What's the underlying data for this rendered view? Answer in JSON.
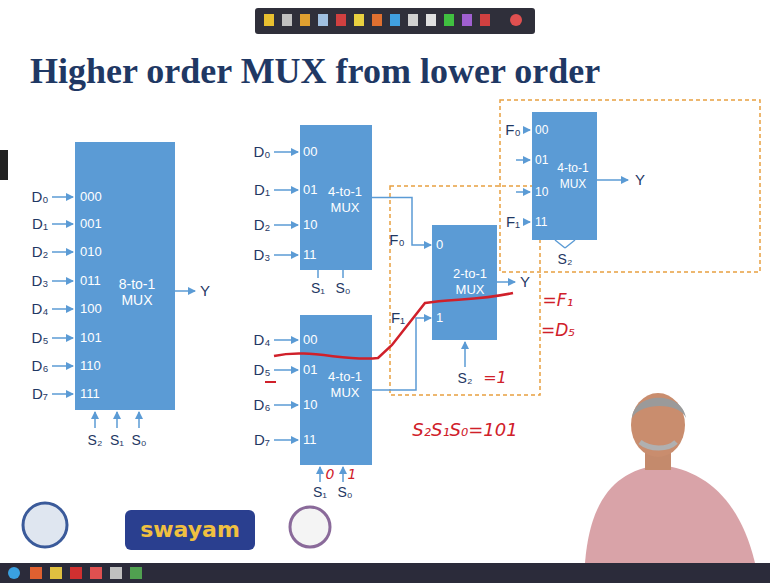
{
  "diagram": {
    "title": "Higher order MUX from lower order",
    "nodes": [
      {
        "text": [
          "000",
          "001",
          "010",
          "011",
          "100",
          "101",
          "110",
          "111",
          "8-to-1 MUX"
        ]
      },
      {
        "text": [
          "00",
          "01",
          "10",
          "11",
          "4-to-1 MUX"
        ]
      },
      {
        "text": [
          "00",
          "01",
          "10",
          "11",
          "4-to-1 MUX"
        ]
      },
      {
        "text": [
          "0",
          "1",
          "2-to-1 MUX"
        ]
      },
      {
        "text": [
          "00",
          "01",
          "10",
          "11",
          "4-to-1 MUX"
        ]
      }
    ],
    "edges": [
      {
        "from": 1,
        "to": 3,
        "arrow": "to"
      },
      {
        "from": 2,
        "to": 3,
        "arrow": "to"
      }
    ],
    "labels": [
      "D₀",
      "D₁",
      "D₂",
      "D₃",
      "D₄",
      "D₅",
      "D₆",
      "D₇",
      "Y",
      "S₂",
      "S₁",
      "S₀",
      "D₀",
      "D₁",
      "D₂",
      "D₃",
      "S₁",
      "S₀",
      "D₄",
      "D₅",
      "D₆",
      "D₇",
      "S₁",
      "S₀",
      "F₀",
      "F₁",
      "S₂",
      "Y",
      "F₀",
      "F₁",
      "S₂",
      "Y",
      "=F₁",
      "=D₅",
      "S₂S₁S₀=101",
      "0",
      "1",
      "=1",
      "swayam"
    ]
  }
}
